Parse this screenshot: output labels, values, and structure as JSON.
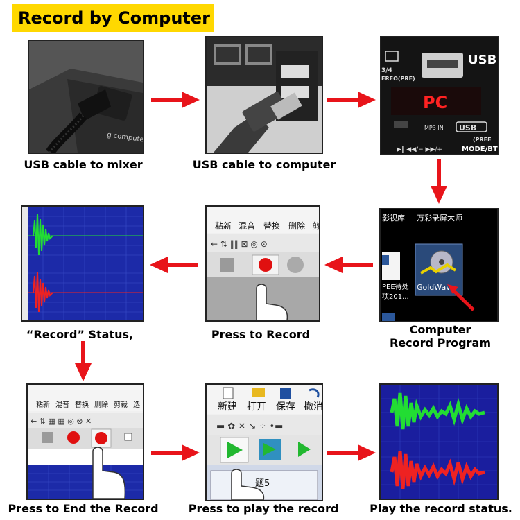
{
  "title": "Record by Computer",
  "steps": [
    {
      "id": "usb-mixer",
      "caption": "USB cable to mixer",
      "photo_text": "g computer"
    },
    {
      "id": "usb-computer",
      "caption": "USB cable to computer"
    },
    {
      "id": "mixer-usb-panel",
      "caption_lines": [],
      "labels": {
        "usb": "USB",
        "mode": "MODE/BT",
        "display": "PC",
        "mp3": "MP3 IN",
        "usb_button": "USB",
        "stereo": "3/4",
        "stereo2": "EREO(PRE)",
        "pree": "(PREE"
      }
    },
    {
      "id": "record-program",
      "caption_lines": [
        "Computer",
        "Record Program"
      ],
      "labels": {
        "top1": "影视库",
        "top2": "万彩录屏大师",
        "goldwave": "GoldWave",
        "doc1": "PEE待处",
        "doc2": "项201..."
      }
    },
    {
      "id": "press-record",
      "caption": "Press to Record",
      "toolbar": [
        "粘新",
        "混音",
        "替换",
        "删除",
        "剪"
      ]
    },
    {
      "id": "record-status",
      "caption": "“Record” Status,"
    },
    {
      "id": "press-end",
      "caption": "Press to End the Record",
      "toolbar": [
        "粘新",
        "混音",
        "替换",
        "删除",
        "剪裁",
        "选"
      ]
    },
    {
      "id": "press-play",
      "caption": "Press to play the record",
      "toolbar": [
        "新建",
        "打开",
        "保存",
        "撤消"
      ],
      "tab": "题5"
    },
    {
      "id": "play-status",
      "caption": "Play the record status."
    }
  ],
  "colors": {
    "title_bg": "#ffd800",
    "arrow": "#e8141a",
    "wave_bg": "#1a1e9e",
    "wave_green": "#22dd33",
    "wave_red": "#ee2222"
  }
}
